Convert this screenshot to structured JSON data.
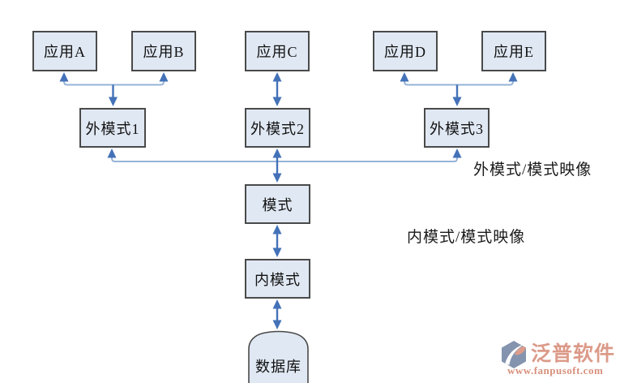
{
  "diagram": {
    "title_hint": "database three-schema architecture",
    "nodes": {
      "app_a": "应用A",
      "app_b": "应用B",
      "app_c": "应用C",
      "app_d": "应用D",
      "app_e": "应用E",
      "ext1": "外模式1",
      "ext2": "外模式2",
      "ext3": "外模式3",
      "schema": "模式",
      "internal": "内模式",
      "database": "数据库"
    },
    "labels": {
      "outer_mapping": "外模式/模式映像",
      "inner_mapping": "内模式/模式映像"
    },
    "colors": {
      "node_fill": "#e0e8f3",
      "node_border": "#4a4a4a",
      "arrow_dark": "#4472b8",
      "connector_light": "#95b3d7"
    }
  },
  "watermark": {
    "brand": "泛普软件",
    "url": "www.fanpusoft.com",
    "brand_color": "#dc9a89",
    "icon_blue": "#8494ae",
    "icon_salmon": "#dd9c8b"
  }
}
